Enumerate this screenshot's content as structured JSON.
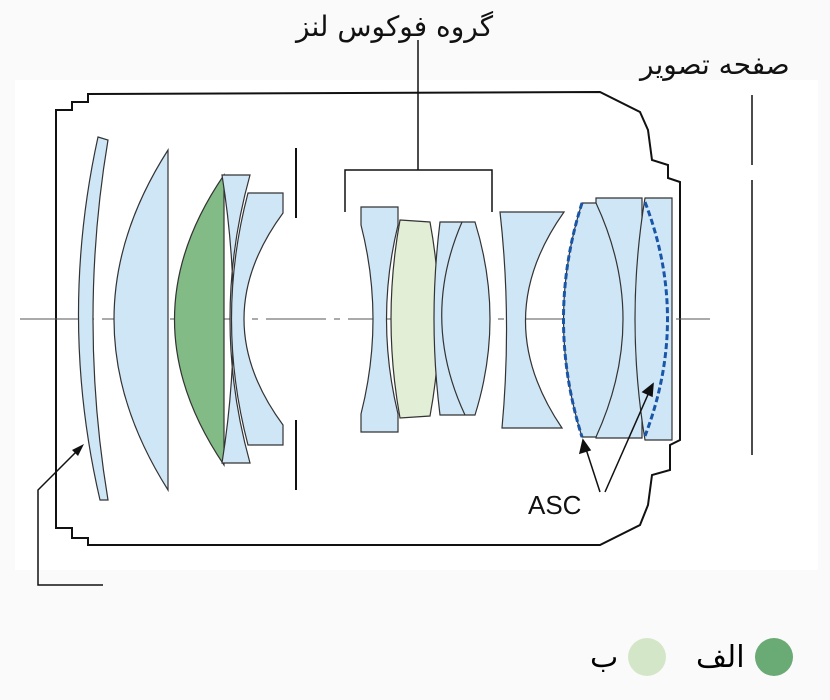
{
  "labels": {
    "focus_group": "گروه فوکوس لنز",
    "image_plane": "صفحه تصویر",
    "asc": "ASC"
  },
  "legend": [
    {
      "label": "الف",
      "color": "#6aaa74"
    },
    {
      "label": "ب",
      "color": "#d4e6c8"
    }
  ],
  "colors": {
    "lens": "#cfe6f6",
    "lens_stroke": "#333333",
    "green": "#82bb86",
    "light_green": "#e2eed6",
    "asc_coating": "#1a56a8"
  }
}
